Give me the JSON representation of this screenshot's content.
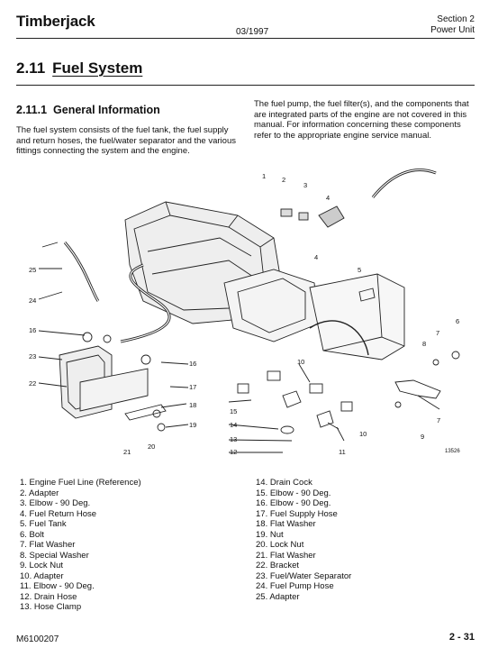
{
  "header": {
    "brand": "Timberjack",
    "date": "03/1997",
    "section": "Section 2",
    "unit": "Power Unit"
  },
  "section": {
    "number": "2.11",
    "title": "Fuel System"
  },
  "subsection": {
    "number": "2.11.1",
    "title": "General Information"
  },
  "paragraphs": {
    "left": "The fuel system consists of the fuel tank, the fuel supply and return hoses, the fuel/water separator and the various fittings connecting the system and the engine.",
    "right": "The fuel pump, the fuel filter(s), and the components that are integrated parts of the engine are not covered in this manual. For information concerning these components refer to the appropriate engine service manual."
  },
  "diagram": {
    "figure_id": "13526",
    "callouts": [
      "1",
      "2",
      "3",
      "4",
      "4",
      "5",
      "6",
      "7",
      "7",
      "8",
      "9",
      "10",
      "10",
      "11",
      "12",
      "13",
      "14",
      "15",
      "16",
      "16",
      "17",
      "18",
      "19",
      "20",
      "21",
      "22",
      "23",
      "24",
      "25"
    ]
  },
  "legend": {
    "col1": [
      "1. Engine Fuel Line (Reference)",
      "2. Adapter",
      "3. Elbow - 90 Deg.",
      "4. Fuel Return Hose",
      "5. Fuel Tank",
      "6. Bolt",
      "7. Flat Washer",
      "8. Special Washer",
      "9. Lock Nut",
      "10. Adapter",
      "11. Elbow - 90 Deg.",
      "12. Drain Hose",
      "13. Hose Clamp"
    ],
    "col2": [
      "14. Drain Cock",
      "15. Elbow - 90 Deg.",
      "16. Elbow - 90 Deg.",
      "17. Fuel Supply Hose",
      "18. Flat Washer",
      "19. Nut",
      "20. Lock Nut",
      "21. Flat Washer",
      "22. Bracket",
      "23. Fuel/Water Separator",
      "24. Fuel Pump Hose",
      "25. Adapter"
    ]
  },
  "footer": {
    "doc_id": "M6100207",
    "page": "2 - 31"
  }
}
